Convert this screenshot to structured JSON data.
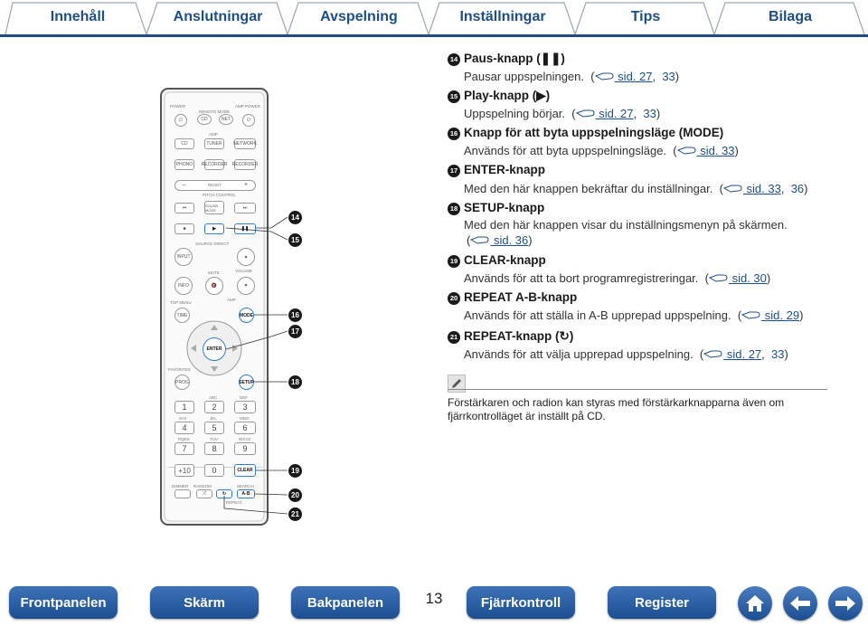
{
  "tabs": [
    "Innehåll",
    "Anslutningar",
    "Avspelning",
    "Inställningar",
    "Tips",
    "Bilaga"
  ],
  "remote": {
    "labels": {
      "power": "POWER",
      "amp_power": "AMP POWER",
      "remote_mode": "REMOTE MODE",
      "amp": "AMP",
      "pitch_control": "PITCH CONTROL",
      "source_direct": "SOURCE DIRECT",
      "mute": "MUTE",
      "volume": "VOLUME",
      "amp2": "AMP",
      "top_menu": "TOP MENU",
      "favorites": "FAVORITES",
      "repeat": "REPEAT",
      "dimmer": "DIMMER",
      "random": "RANDOM",
      "search": "SEARCH"
    },
    "buttons": {
      "cd": "CD",
      "net": "NET",
      "cd2": "CD",
      "tuner": "TUNER",
      "network": "NETWORK",
      "phono": "PHONO",
      "recorder": "RECORDER",
      "recorder2": "RECORDER",
      "reset": "RESET",
      "minus": "−",
      "plus": "+",
      "sound_mode": "SOUND MODE",
      "input": "INPUT",
      "info": "INFO",
      "time": "TIME",
      "mode": "MODE",
      "enter": "ENTER",
      "prog": "PROG",
      "setup": "SETUP",
      "k1": "1",
      "k2": "2",
      "k3": "3",
      "k4": "4",
      "k5": "5",
      "k6": "6",
      "k7": "7",
      "k8": "8",
      "k9": "9",
      "k10": "+10",
      "k0": "0",
      "clear": "CLEAR",
      "ab": "A-B"
    },
    "key_sub": {
      "s2": "ABC",
      "s3": "DEF",
      "s4": "GHI",
      "s5": "JKL",
      "s6": "MNO",
      "s7": "PQRS",
      "s8": "TUV",
      "s9": "WXYZ"
    }
  },
  "callouts": [
    "⓮",
    "⓯",
    "⓰",
    "⓱",
    "⓲",
    "⓳",
    "⓴",
    "㉑"
  ],
  "items": [
    {
      "num": "14",
      "title": "Paus-knapp (❚❚)",
      "desc": "Pausar uppspelningen.",
      "ref": " sid. 27",
      "ref2": "33"
    },
    {
      "num": "15",
      "title": "Play-knapp (▶)",
      "desc": "Uppspelning börjar.",
      "ref": " sid. 27",
      "ref2": "33"
    },
    {
      "num": "16",
      "title": "Knapp för att byta uppspelningsläge (MODE)",
      "desc": "Används för att byta uppspelningsläge.",
      "ref": " sid. 33",
      "ref2": ""
    },
    {
      "num": "17",
      "title": "ENTER-knapp",
      "desc": "Med den här knappen bekräftar du inställningar.",
      "ref": " sid. 33",
      "ref2": "36"
    },
    {
      "num": "18",
      "title": "SETUP-knapp",
      "desc": "Med den här knappen visar du inställningsmenyn på skärmen.",
      "ref": " sid. 36",
      "ref2": ""
    },
    {
      "num": "19",
      "title": "CLEAR-knapp",
      "desc": "Används för att ta bort programregistreringar.",
      "ref": " sid. 30",
      "ref2": ""
    },
    {
      "num": "20",
      "title": "REPEAT A-B-knapp",
      "desc": "Används för att ställa in A-B upprepad uppspelning.",
      "ref": " sid. 29",
      "ref2": ""
    },
    {
      "num": "21",
      "title": "REPEAT-knapp (↻)",
      "desc": "Används för att välja upprepad uppspelning.",
      "ref": " sid. 27",
      "ref2": "33"
    }
  ],
  "note": "Förstärkaren och radion kan styras med förstärkarknapparna även om fjärrkontrolläget är inställt på CD.",
  "bottom_nav": [
    "Frontpanelen",
    "Skärm",
    "Bakpanelen",
    "Fjärrkontroll",
    "Register"
  ],
  "page_number": "13",
  "icons": [
    "home-icon",
    "arrow-left-icon",
    "arrow-right-icon"
  ],
  "colors": {
    "brand_blue": "#1d4f86",
    "button_blue": "#2a5fa5"
  }
}
